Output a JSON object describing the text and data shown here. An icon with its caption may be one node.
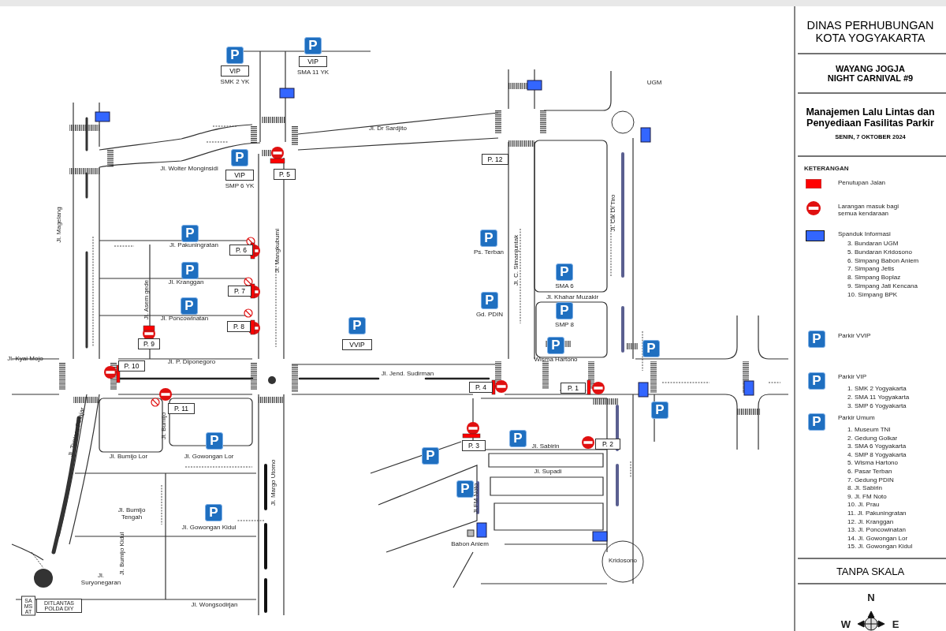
{
  "diagram": {
    "nodes": [
      {
        "text": [
          "DINAS PERHUBUNGAN KOTA YOGYAKARTA"
        ]
      },
      {
        "text": [
          "WAYANG JOGJA NIGHT CARNIVAL #9"
        ]
      },
      {
        "text": [
          "Manajemen Lalu Lintas dan Penyediaan Fasilitas Parkir",
          "SENIN, 7 OKTOBER 2024"
        ]
      },
      {
        "text": [
          "TANPA SKALA"
        ]
      },
      {
        "text": [
          "P"
        ]
      },
      {
        "text": [
          "VIP"
        ],
        "beside": [
          "SMK 2 YK"
        ]
      },
      {
        "text": [
          "P"
        ]
      },
      {
        "text": [
          "VIP"
        ],
        "beside": [
          "SMA 11 YK"
        ]
      },
      {
        "text": [
          "P"
        ]
      },
      {
        "text": [
          "VIP"
        ],
        "beside": [
          "SMP 6 YK"
        ]
      },
      {
        "text": [
          "P"
        ]
      },
      {
        "text": [
          "P"
        ]
      },
      {
        "text": [
          "P"
        ]
      },
      {
        "text": [
          "P"
        ]
      },
      {
        "text": [
          "VVIP"
        ]
      },
      {
        "text": [
          "P"
        ],
        "beside": [
          "Ps. Terban"
        ]
      },
      {
        "text": [
          "P"
        ],
        "beside": [
          "Gd. PDIN"
        ]
      },
      {
        "text": [
          "P"
        ],
        "beside": [
          "SMA 6"
        ]
      },
      {
        "text": [
          "P"
        ],
        "beside": [
          "SMP 8"
        ]
      },
      {
        "text": [
          "P"
        ],
        "beside": [
          "Wisma Hartono"
        ]
      },
      {
        "text": [
          "P"
        ]
      },
      {
        "text": [
          "P"
        ]
      },
      {
        "text": [
          "P"
        ]
      },
      {
        "text": [
          "P"
        ]
      },
      {
        "text": [
          "P"
        ]
      },
      {
        "text": [
          "P"
        ]
      },
      {
        "text": [
          "P"
        ]
      },
      {
        "text": [
          "P"
        ]
      },
      {
        "text": [
          "P"
        ]
      },
      {
        "text": [
          "P"
        ]
      },
      {
        "text": [
          "P. 1"
        ]
      },
      {
        "text": [
          "P. 2"
        ]
      },
      {
        "text": [
          "P. 3"
        ]
      },
      {
        "text": [
          "P. 4"
        ]
      },
      {
        "text": [
          "P. 5"
        ]
      },
      {
        "text": [
          "P. 6"
        ]
      },
      {
        "text": [
          "P. 7"
        ]
      },
      {
        "text": [
          "P. 8"
        ]
      },
      {
        "text": [
          "P. 9"
        ]
      },
      {
        "text": [
          "P. 10"
        ]
      },
      {
        "text": [
          "P. 11"
        ]
      },
      {
        "text": [
          "P. 12"
        ]
      }
    ],
    "labels": [
      "UGM",
      "Jl. Dr Sardjito",
      "Jl. Wolter Monginsidi",
      "Jl. Magelang",
      "Jl. Mangkubumi",
      "Jl. C. Simanjuntak",
      "Jl. Cik Di Tiro",
      "Jl. Pakuningratan",
      "Jl. Kranggan",
      "Jl. Asem gede",
      "Jl. Poncowinatan",
      "Jl. Khahar Muzakir",
      "Jl. Kyai Mojo",
      "Jl. P. Diponegoro",
      "Jl. Jend. Sudirman",
      "Jl. Tentara Pelajar",
      "Jl. Bumijo",
      "Jl. Bumijo Lor",
      "Jl. Gowongan Lor",
      "Jl. Sabirin",
      "Jl. Supadi",
      "Jl. Margo Utomo",
      "Jl.FM Noto",
      "Jl. Bumijo Tengah",
      "Jl. Gowongan Kidul",
      "Jl. Bumijo Kidul",
      "Babon Aniem",
      "Kridosono",
      "Jl. Suryonegaran",
      "Jl. Wongsodirjan",
      "SA MS AT",
      "DITLANTAS POLDA DIY",
      "KETERANGAN",
      "3. Bundaran UGM",
      "5. Bundaran Kridosono",
      "6. Simpang Babon Aniem",
      "7. Simpang Jetis",
      "8. Simpang Boplaz",
      "9. Simpang Jati Kencana",
      "10. Simpang BPK",
      "1. SMK 2 Yogyakarta",
      "2. SMA 11 Yogyakarta",
      "3. SMP 6 Yogyakarta",
      "1. Museum TNI",
      "2. Gedung Golkar",
      "3. SMA 6 Yogyakarta",
      "4. SMP 8 Yogyakarta",
      "5. Wisma Hartono",
      "6. Pasar Terban",
      "7. Gedung PDIN",
      "8. Jl. Sabirin",
      "9. Jl. FM Noto",
      "10. Jl. Prau",
      "11. Jl. Pakuningratan",
      "12. Jl. Kranggan",
      "13. Jl. Poncowinatan",
      "14. Jl. Gowongan Lor",
      "15. Jl. Gowongan Kidul",
      "N",
      "W",
      "E"
    ],
    "legend": [
      {
        "text": "Penutupan Jalan",
        "color": "#ff0000"
      },
      {
        "text": "Larangan masuk bagi semua kendaraan"
      },
      {
        "text": "Spanduk Informasi",
        "color": "#3366ff"
      },
      {
        "text": "Parkir VVIP"
      },
      {
        "text": "Parkir VIP"
      },
      {
        "text": "Parkir Umum"
      }
    ]
  }
}
